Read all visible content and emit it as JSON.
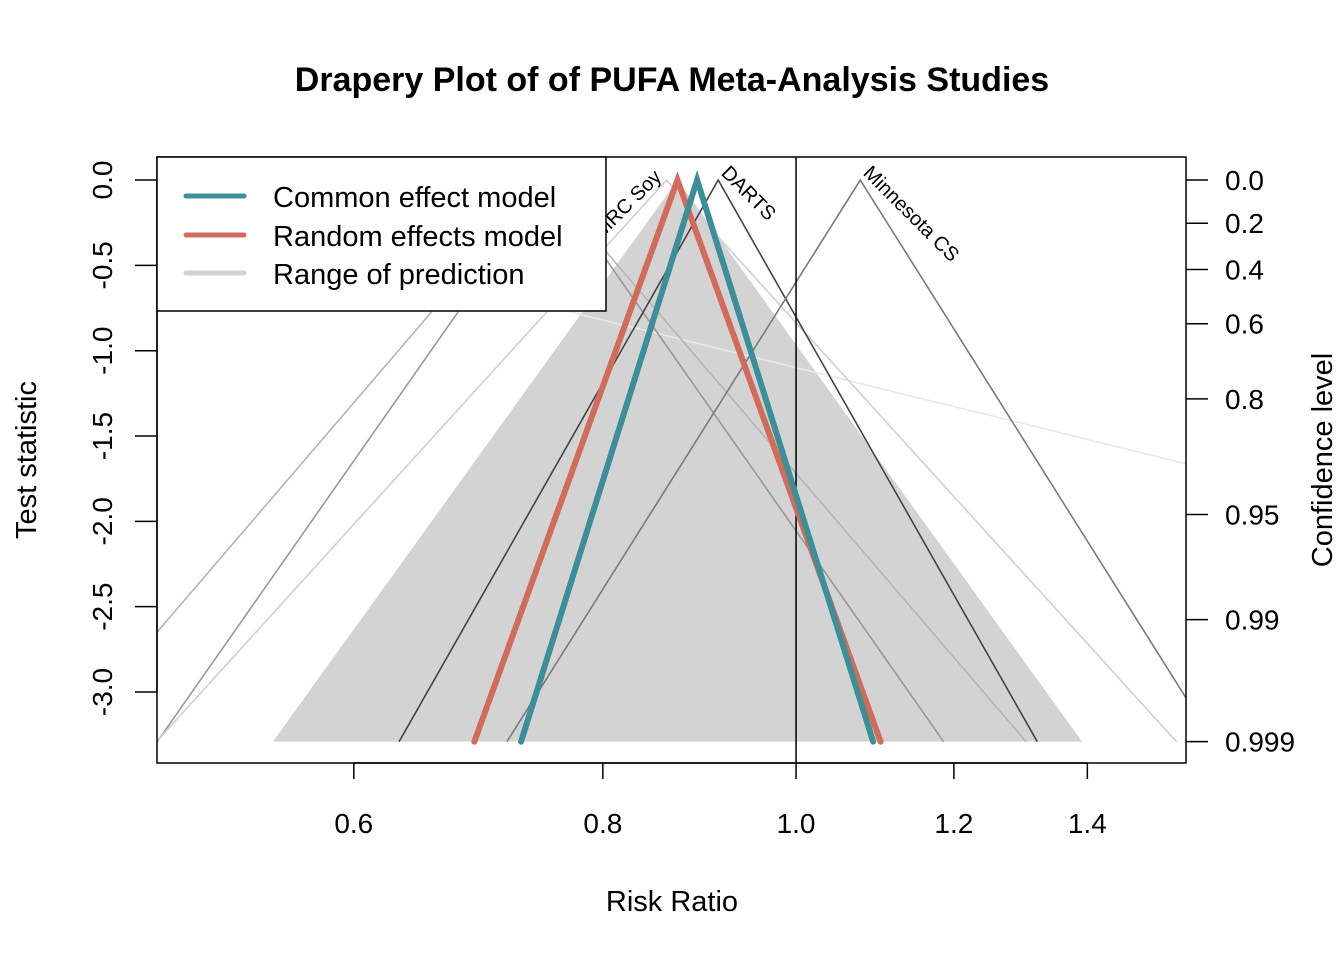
{
  "chart_data": {
    "type": "line",
    "title": "Drapery Plot of of PUFA Meta-Analysis Studies",
    "xlabel": "Risk Ratio",
    "ylabel": "Test statistic",
    "ylabel_right": "Confidence level",
    "x_scale": "log",
    "xlim": [
      0.478,
      1.569
    ],
    "ylim": [
      -3.416,
      0.135
    ],
    "x_ticks": [
      0.6,
      0.8,
      1.0,
      1.2,
      1.4
    ],
    "x_tick_labels": [
      "0.6",
      "0.8",
      "1.0",
      "1.2",
      "1.4"
    ],
    "y_ticks": [
      0.0,
      -0.5,
      -1.0,
      -1.5,
      -2.0,
      -2.5,
      -3.0
    ],
    "y_tick_labels": [
      "0.0",
      "-0.5",
      "-1.0",
      "-1.5",
      "-2.0",
      "-2.5",
      "-3.0"
    ],
    "right_ticks": [
      {
        "label": "0.0",
        "z": 0.0
      },
      {
        "label": "0.2",
        "z": -0.253
      },
      {
        "label": "0.4",
        "z": -0.524
      },
      {
        "label": "0.6",
        "z": -0.842
      },
      {
        "label": "0.8",
        "z": -1.282
      },
      {
        "label": "0.95",
        "z": -1.96
      },
      {
        "label": "0.99",
        "z": -2.576
      },
      {
        "label": "0.999",
        "z": -3.291
      }
    ],
    "reference_line": 1.0,
    "z_min": -3.291,
    "legend": {
      "placement": "top-left",
      "entries": [
        {
          "label": "Common effect model",
          "color": "#3b8f99"
        },
        {
          "label": "Random effects model",
          "color": "#d36b5a"
        },
        {
          "label": "Range of prediction",
          "color": "#d3d3d3"
        }
      ]
    },
    "studies": [
      {
        "label": "",
        "rr": 0.415,
        "se_log": 0.8,
        "color": "#e8e8e8"
      },
      {
        "label": "",
        "rr": 0.748,
        "se_log": 0.169,
        "color": "#b5b5b5"
      },
      {
        "label": "",
        "rr": 0.753,
        "se_log": 0.138,
        "color": "#999999"
      },
      {
        "label": "MRC Soy",
        "rr": 0.861,
        "se_log": 0.179,
        "color": "#d0d0d0"
      },
      {
        "label": "DARTS",
        "rr": 0.914,
        "se_log": 0.112,
        "color": "#444444"
      },
      {
        "label": "Minnesota CS",
        "rr": 1.077,
        "se_log": 0.124,
        "color": "#7a7a7a"
      }
    ],
    "prediction": {
      "rr": 0.872,
      "se_log": 0.142,
      "color": "#d3d3d3"
    },
    "common": {
      "rr": 0.892,
      "se_log": 0.0618,
      "color": "#3b8f99"
    },
    "random": {
      "rr": 0.872,
      "se_log": 0.0713,
      "color": "#d36b5a"
    }
  }
}
